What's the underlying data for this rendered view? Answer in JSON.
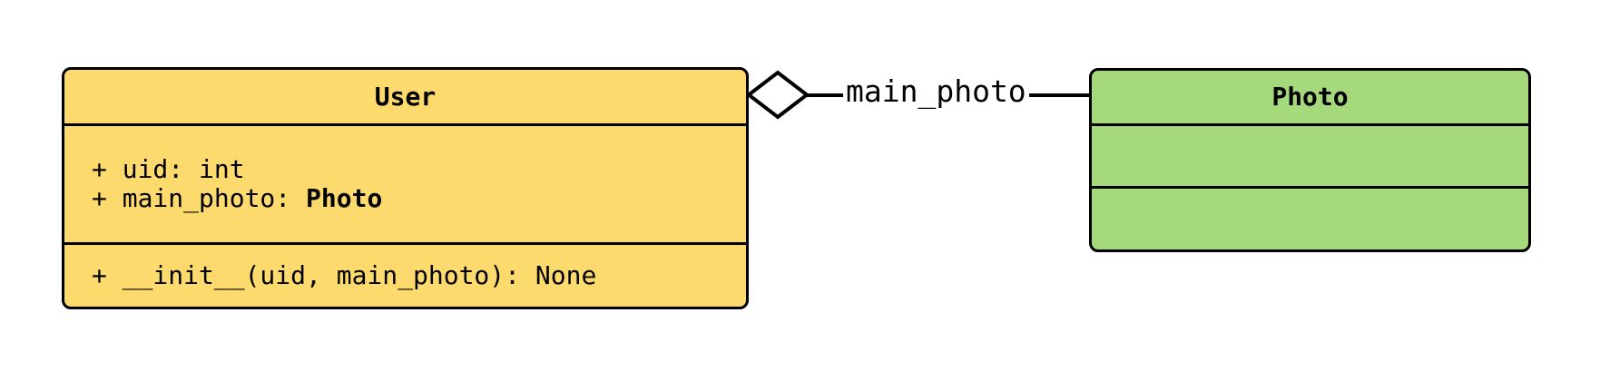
{
  "diagram": {
    "type": "uml-class-diagram",
    "background": "#ffffff",
    "border_color": "#000000",
    "classes": [
      {
        "id": "user",
        "title": "User",
        "fill": "#FCDA6E",
        "attributes": [
          {
            "text": "+ uid: int"
          },
          {
            "prefix": "+ main_photo: ",
            "type_bold": "Photo"
          }
        ],
        "methods": [
          {
            "text": "+ __init__(uid, main_photo): None"
          }
        ]
      },
      {
        "id": "photo",
        "title": "Photo",
        "fill": "#A6D97C",
        "attributes": [],
        "methods": []
      }
    ],
    "relation": {
      "type": "aggregation",
      "diamond": "hollow",
      "diamond_fill": "#ffffff",
      "line_color": "#000000",
      "label": "main_photo"
    }
  }
}
